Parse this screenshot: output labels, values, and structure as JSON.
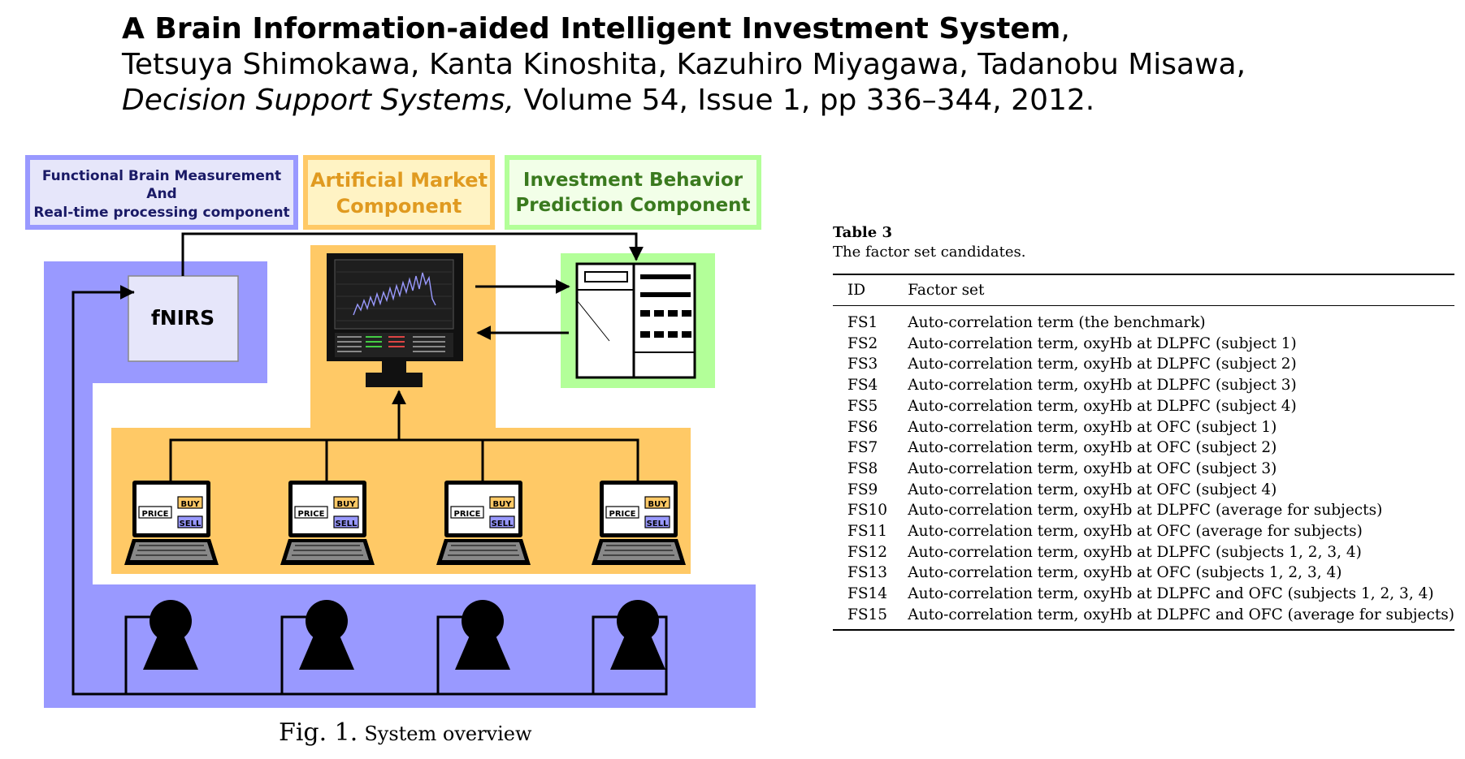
{
  "citation": {
    "title": "A Brain Information-aided Intelligent Investment System",
    "title_suffix": ",",
    "authors": "Tetsuya Shimokawa, Kanta Kinoshita, Kazuhiro Miyagawa, Tadanobu Misawa,",
    "journal": "Decision Support Systems,",
    "details": " Volume 54, Issue 1, pp 336–344,  2012."
  },
  "diagram": {
    "legend": {
      "brain_line1": "Functional Brain Measurement",
      "brain_line2": "And",
      "brain_line3": "Real-time processing component",
      "market_line1": "Artificial Market",
      "market_line2": "Component",
      "prediction_line1": "Investment Behavior",
      "prediction_line2": "Prediction Component"
    },
    "fnirs_label": "fNIRS",
    "terminal": {
      "price": "PRICE",
      "buy": "BUY",
      "sell": "SELL"
    },
    "colors": {
      "blue": "#9999ff",
      "orange": "#ffc966",
      "green": "#b3ff99",
      "fnirs_box": "#e6e6fa"
    }
  },
  "figure": {
    "label": "Fig.  1.",
    "caption": "System overview"
  },
  "table": {
    "label": "Table 3",
    "caption": "The factor set candidates.",
    "headers": [
      "ID",
      "Factor set"
    ],
    "rows": [
      [
        "FS1",
        "Auto-correlation term (the benchmark)"
      ],
      [
        "FS2",
        "Auto-correlation term, oxyHb at DLPFC (subject 1)"
      ],
      [
        "FS3",
        "Auto-correlation term, oxyHb at DLPFC (subject 2)"
      ],
      [
        "FS4",
        "Auto-correlation term, oxyHb at DLPFC (subject 3)"
      ],
      [
        "FS5",
        "Auto-correlation term, oxyHb at DLPFC (subject 4)"
      ],
      [
        "FS6",
        "Auto-correlation term, oxyHb at OFC (subject 1)"
      ],
      [
        "FS7",
        "Auto-correlation term, oxyHb at OFC (subject 2)"
      ],
      [
        "FS8",
        "Auto-correlation term, oxyHb at OFC (subject 3)"
      ],
      [
        "FS9",
        "Auto-correlation term, oxyHb at OFC (subject 4)"
      ],
      [
        "FS10",
        "Auto-correlation term, oxyHb at DLPFC (average for subjects)"
      ],
      [
        "FS11",
        "Auto-correlation term, oxyHb at OFC (average for subjects)"
      ],
      [
        "FS12",
        "Auto-correlation term, oxyHb at DLPFC (subjects 1, 2, 3, 4)"
      ],
      [
        "FS13",
        "Auto-correlation term, oxyHb at OFC (subjects 1, 2, 3, 4)"
      ],
      [
        "FS14",
        "Auto-correlation term, oxyHb at DLPFC and OFC (subjects 1, 2, 3, 4)"
      ],
      [
        "FS15",
        "Auto-correlation term, oxyHb at DLPFC and OFC (average for subjects)"
      ]
    ]
  }
}
